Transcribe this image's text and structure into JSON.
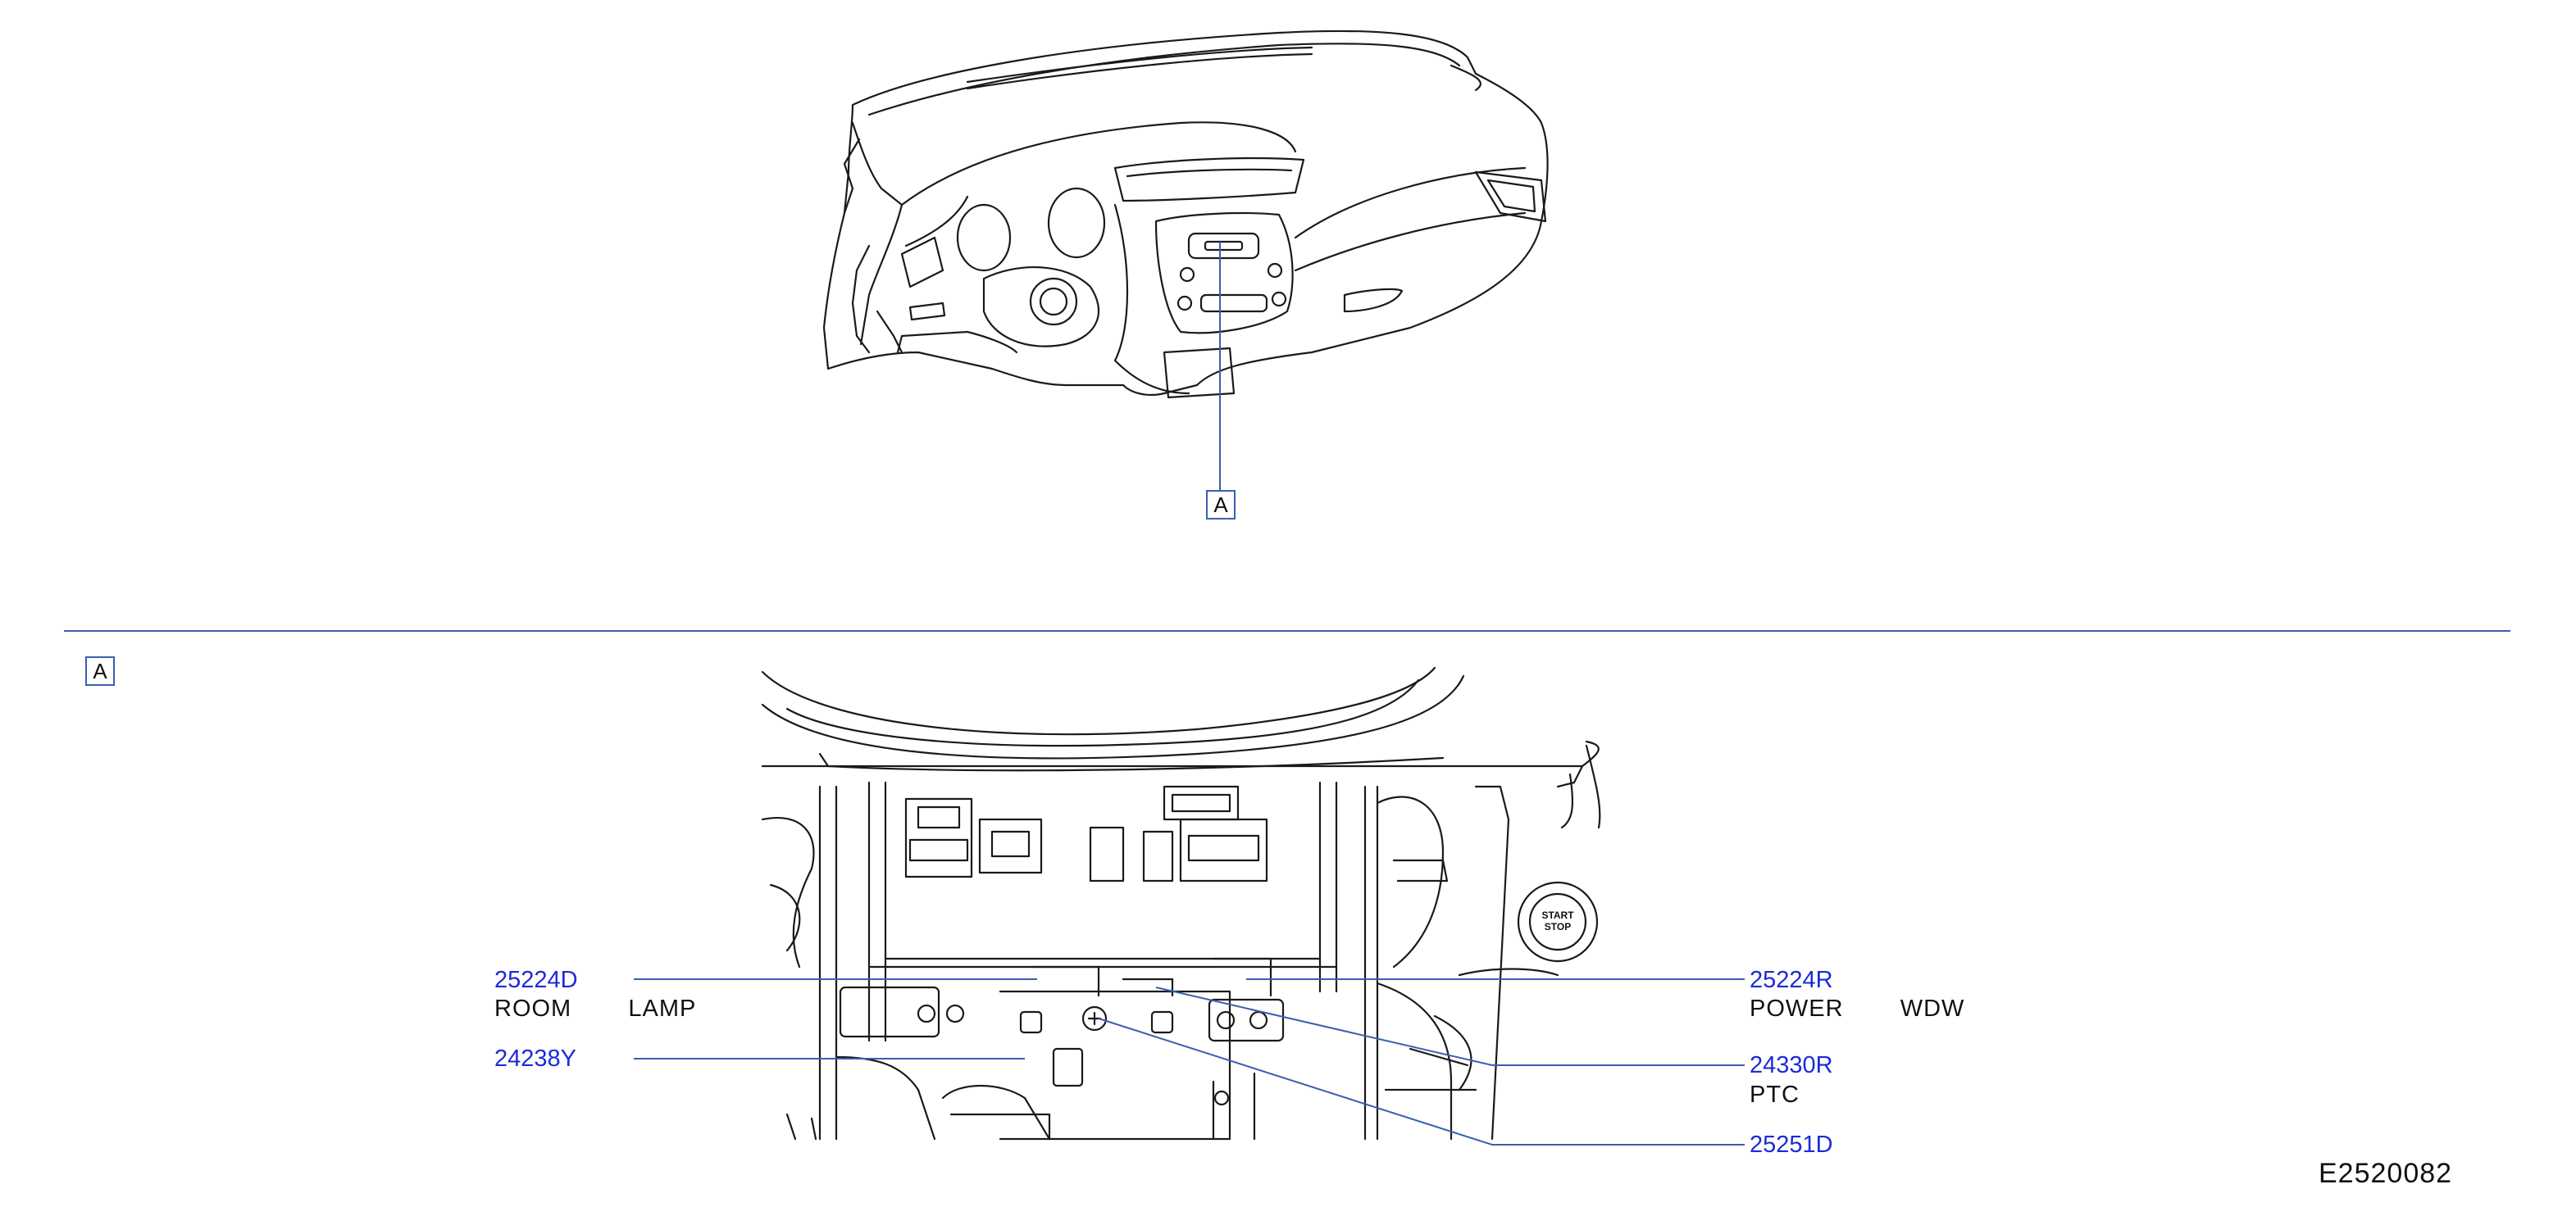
{
  "figure_id": "E2520082",
  "view_marker": "A",
  "detail_marker": "A",
  "start_button": {
    "line1": "START",
    "line2": "STOP"
  },
  "callouts": [
    {
      "code": "25224D",
      "desc": "ROOM   LAMP"
    },
    {
      "code": "24238Y",
      "desc": ""
    },
    {
      "code": "25224R",
      "desc": "POWER   WDW"
    },
    {
      "code": "24330R",
      "desc": "PTC"
    },
    {
      "code": "25251D",
      "desc": ""
    }
  ],
  "colors": {
    "leader": "#3a5fb0",
    "code_text": "#1c2bd6",
    "line_art": "#1a1a1a"
  }
}
